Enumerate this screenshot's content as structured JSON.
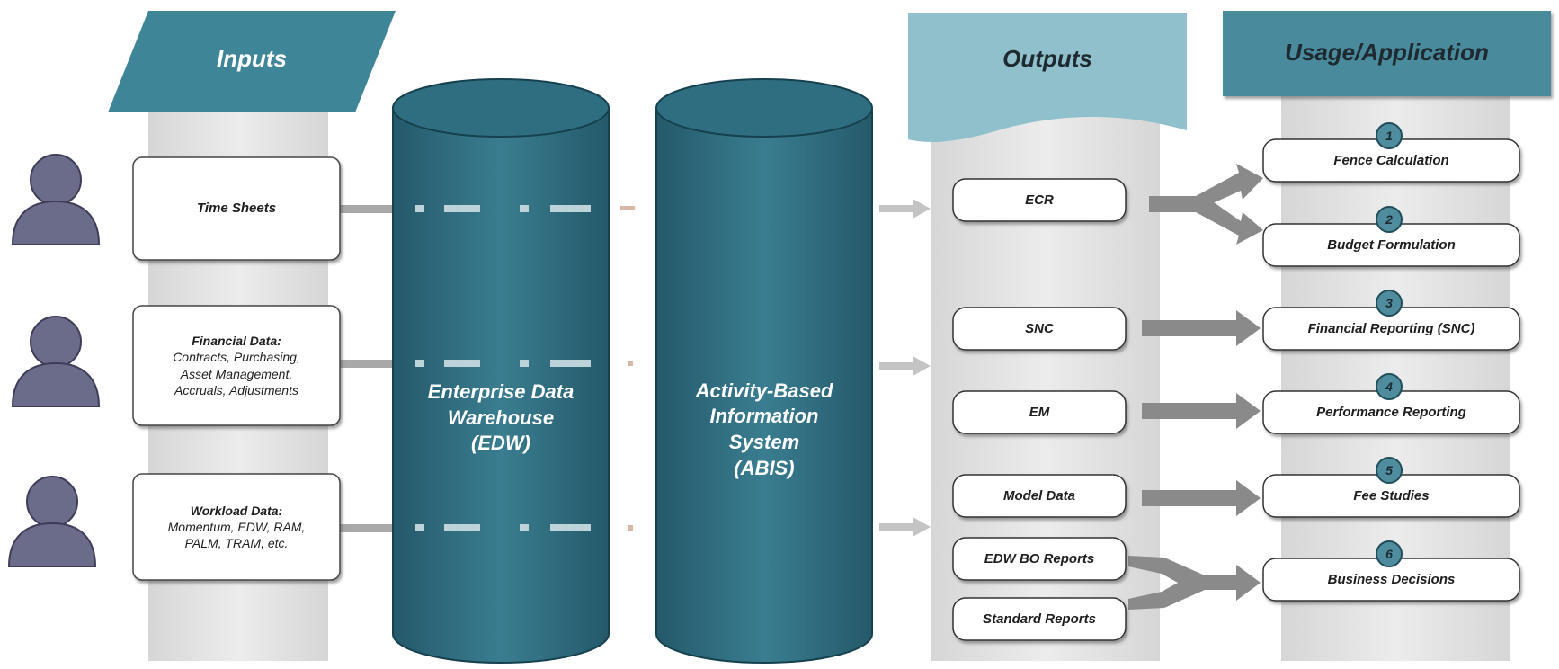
{
  "headers": {
    "inputs": "Inputs",
    "outputs": "Outputs",
    "usage": "Usage/Application"
  },
  "inputs": [
    {
      "lines": [
        "Time Sheets"
      ]
    },
    {
      "lines": [
        "Financial Data:",
        "Contracts, Purchasing,",
        "Asset Management,",
        "Accruals, Adjustments"
      ]
    },
    {
      "lines": [
        "Workload Data:",
        "Momentum, EDW, RAM,",
        "PALM, TRAM, etc."
      ]
    }
  ],
  "systems": {
    "edw": [
      "Enterprise Data",
      "Warehouse",
      "(EDW)"
    ],
    "abis": [
      "Activity-Based",
      "Information",
      "System",
      "(ABIS)"
    ]
  },
  "outputs": [
    "ECR",
    "SNC",
    "EM",
    "Model Data",
    "EDW BO Reports",
    "Standard Reports"
  ],
  "usage": [
    {
      "num": "1",
      "label": "Fence Calculation"
    },
    {
      "num": "2",
      "label": "Budget Formulation"
    },
    {
      "num": "3",
      "label": "Financial Reporting (SNC)"
    },
    {
      "num": "4",
      "label": "Performance Reporting"
    },
    {
      "num": "5",
      "label": "Fee Studies"
    },
    {
      "num": "6",
      "label": "Business Decisions"
    }
  ],
  "icons": {
    "person": "person-icon",
    "database": "database-cylinder",
    "arrow": "arrow-right"
  },
  "colors": {
    "teal_dark": "#2f6e80",
    "teal_light": "#8fc0cc",
    "column_gray": "#e2e2e2",
    "person": "#6b6b8a",
    "arrow": "#8a8a8a"
  }
}
